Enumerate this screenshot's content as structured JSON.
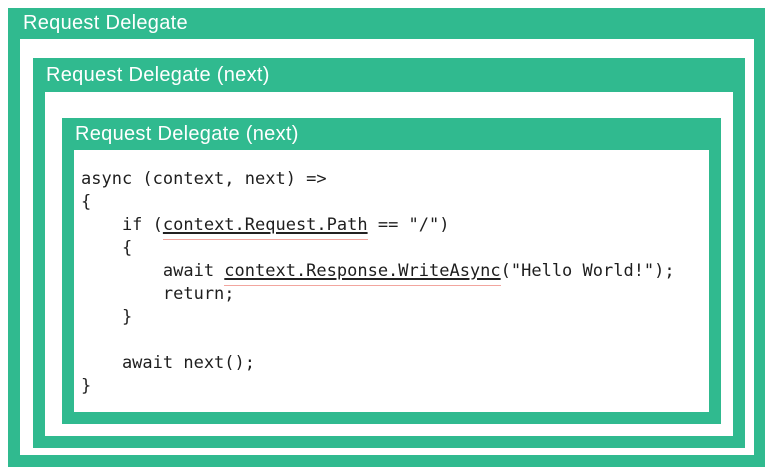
{
  "colors": {
    "green": "#30BA8F",
    "box_background": "#FFFFFF",
    "header_text": "#FFFFFF",
    "code_text": "#1E1E1E",
    "underline": "#222222",
    "squiggle": "#F2A69F"
  },
  "boxes": {
    "outer": {
      "title": "Request Delegate"
    },
    "middle": {
      "title": "Request Delegate (next)"
    },
    "inner": {
      "title": "Request Delegate (next)"
    }
  },
  "code": {
    "lines": [
      [
        {
          "t": "async (context, next) =>"
        }
      ],
      [
        {
          "t": "{"
        }
      ],
      [
        {
          "t": "    if ("
        },
        {
          "t": "context.Request.Path",
          "u": true
        },
        {
          "t": " == \"/\")"
        }
      ],
      [
        {
          "t": "    {"
        }
      ],
      [
        {
          "t": "        await "
        },
        {
          "t": "context.Response.WriteAsync",
          "u": true
        },
        {
          "t": "(\"Hello World!\");"
        }
      ],
      [
        {
          "t": "        return;"
        }
      ],
      [
        {
          "t": "    }"
        }
      ],
      [
        {
          "t": ""
        }
      ],
      [
        {
          "t": "    await next();"
        }
      ],
      [
        {
          "t": "}"
        }
      ]
    ]
  }
}
